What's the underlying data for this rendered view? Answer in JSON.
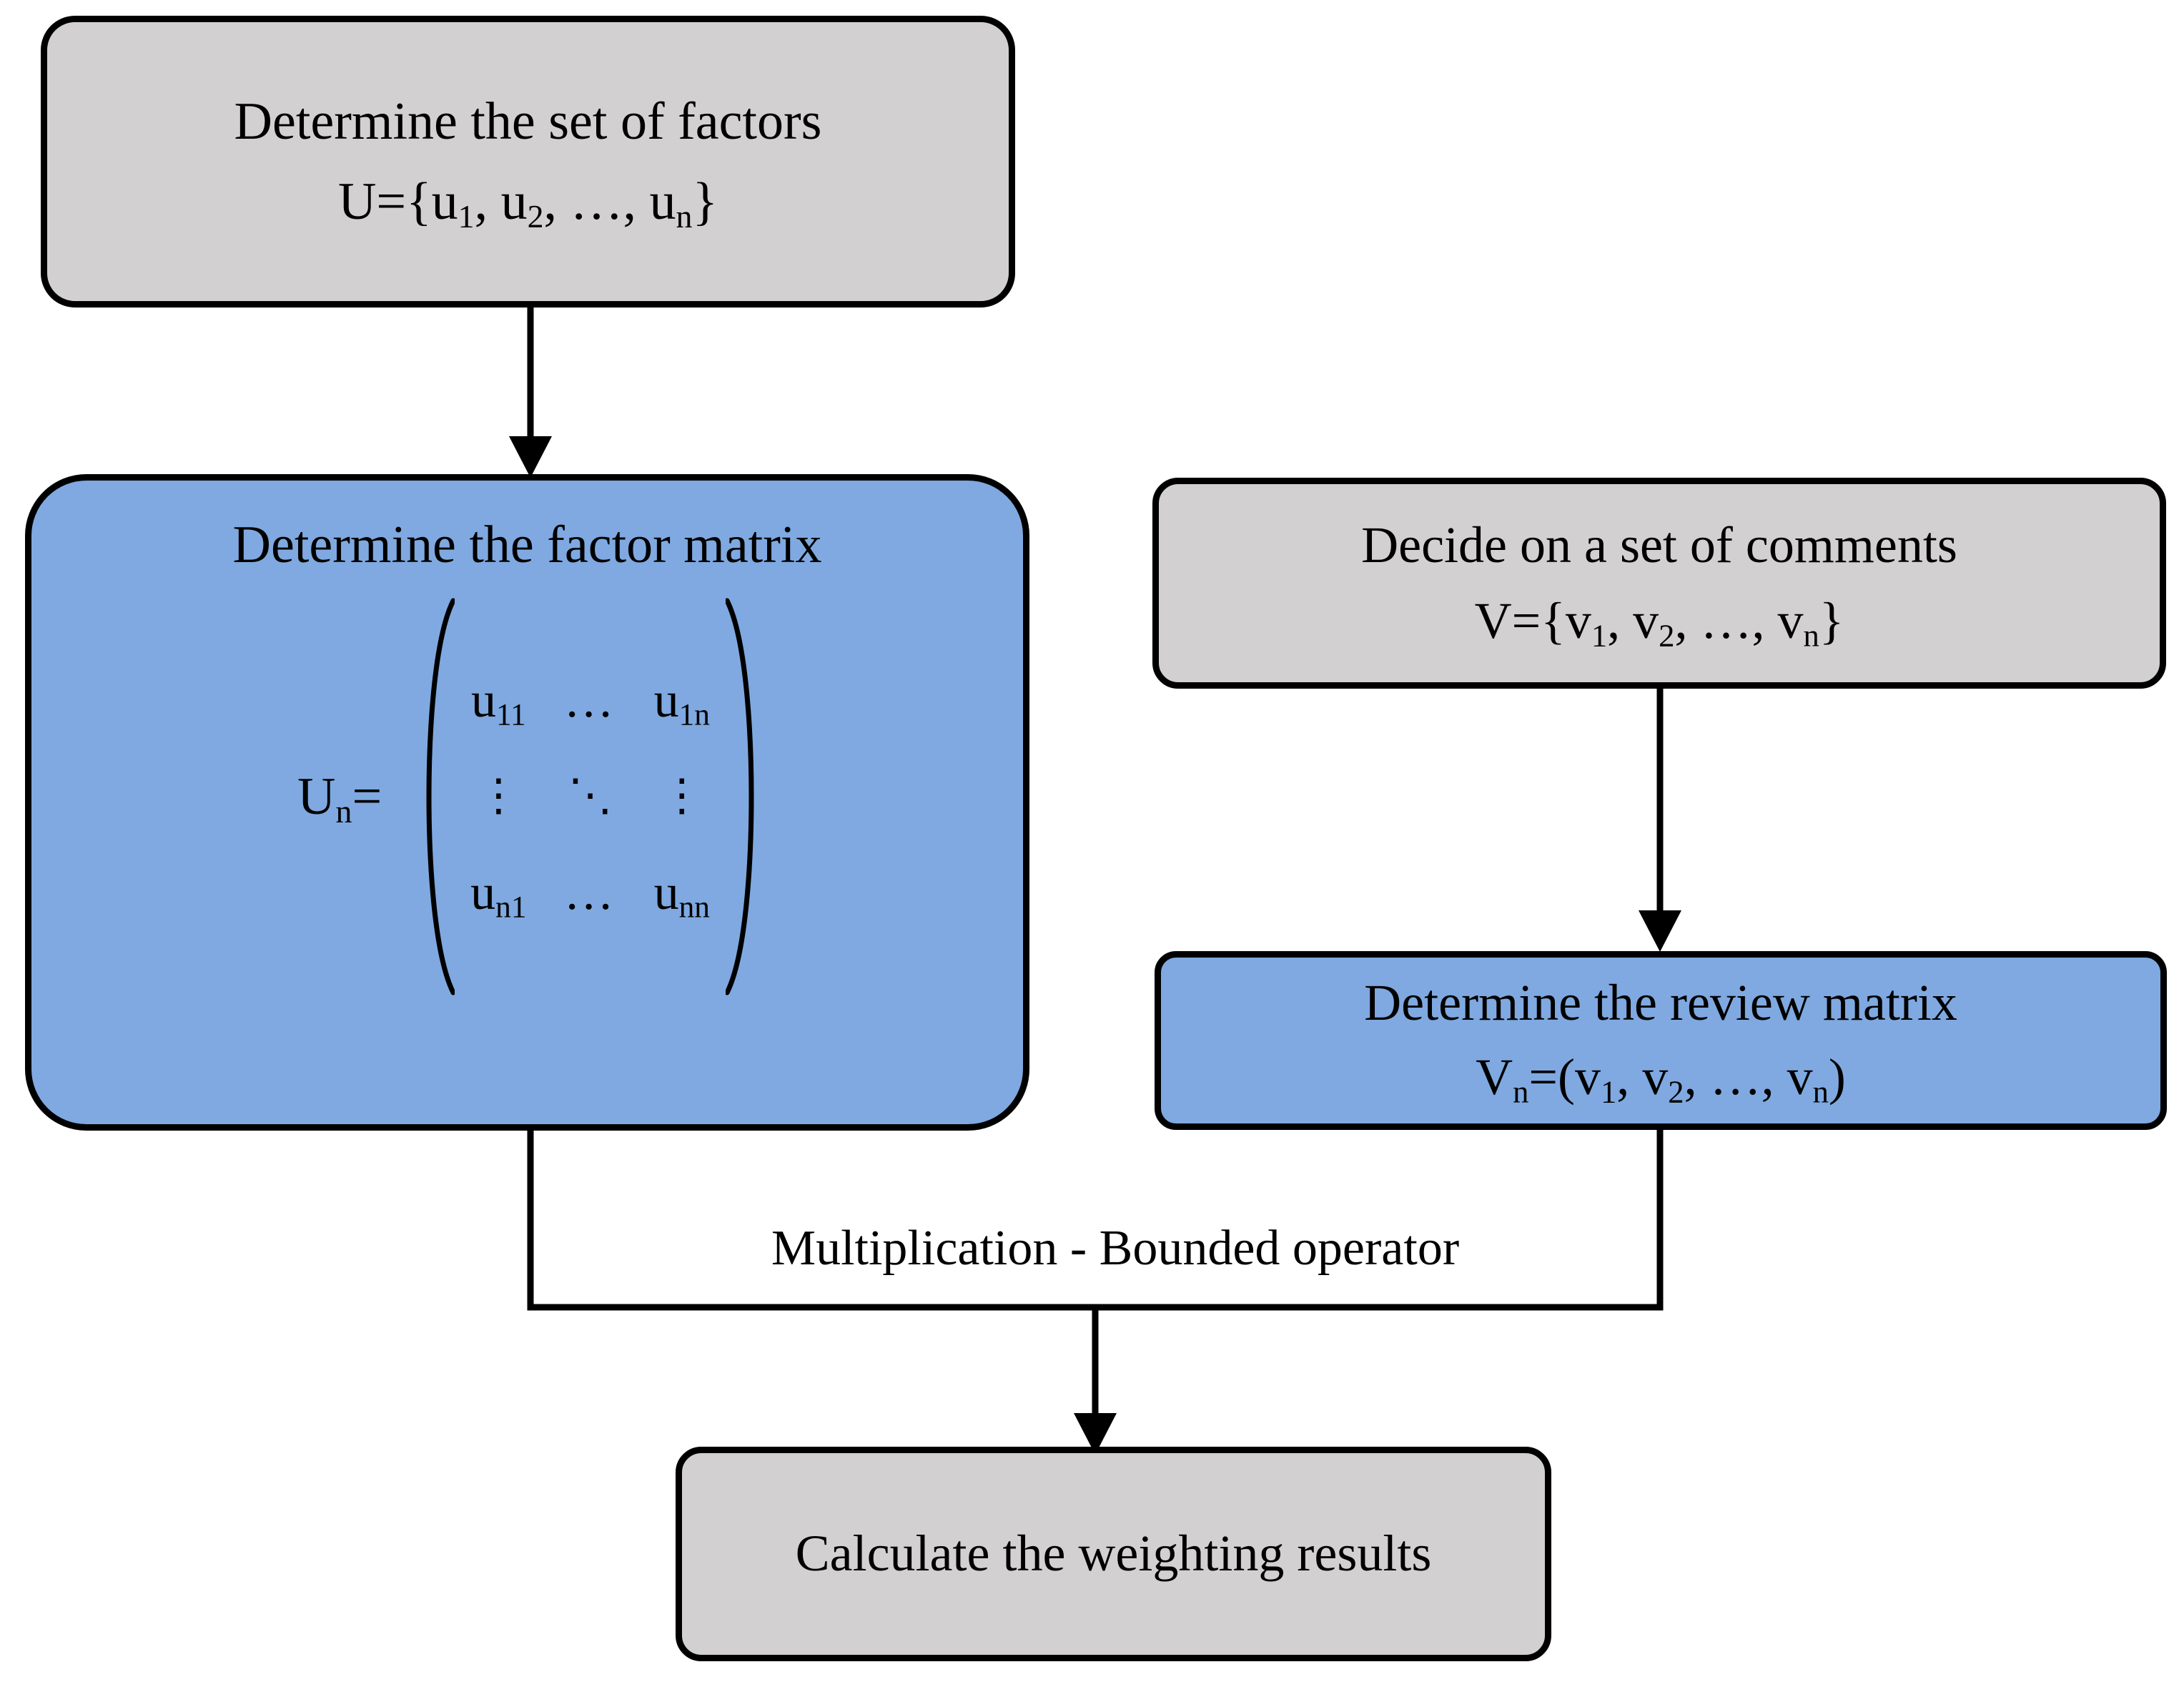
{
  "diagram": {
    "title": "Fuzzy comprehensive evaluation process flowchart",
    "colors": {
      "gray_box_fill": "#d2d0d0",
      "blue_box_fill": "#7fa9e0",
      "border": "#000000",
      "background": "#ffffff",
      "text": "#000000"
    },
    "nodes": {
      "factors": {
        "line1": "Determine the set of factors",
        "line2_prefix": "U={u",
        "line2_sub1": "1",
        "line2_mid1": ",  u",
        "line2_sub2": "2",
        "line2_mid2": ",  …,  u",
        "line2_sub3": "n",
        "line2_suffix": "}",
        "plain": "Determine the set of factors U={u1, u2, …, un}",
        "fill": "#d2d0d0"
      },
      "factor_matrix": {
        "title": "Determine the factor matrix",
        "label_prefix": "U",
        "label_sub": "n",
        "label_suffix": "=",
        "plain_label": "Un=",
        "cells": [
          [
            "u11",
            "…",
            "u1n"
          ],
          [
            "⋮",
            "⋱",
            "⋮"
          ],
          [
            "un1",
            "…",
            "unn"
          ]
        ],
        "cell_bases": [
          [
            "u",
            "…",
            "u"
          ],
          [
            "⋮",
            "⋱",
            "⋮"
          ],
          [
            "u",
            "…",
            "u"
          ]
        ],
        "cell_subs": [
          [
            "11",
            "",
            "1n"
          ],
          [
            "",
            "",
            ""
          ],
          [
            "n1",
            "",
            "nn"
          ]
        ],
        "fill": "#7fa9e0"
      },
      "comments": {
        "line1": "Decide on a set of comments",
        "line2_prefix": "V={v",
        "line2_sub1": "1",
        "line2_mid1": ",  v",
        "line2_sub2": "2",
        "line2_mid2": ",  …,  v",
        "line2_sub3": "n",
        "line2_suffix": "}",
        "plain": "Decide on a set of comments V={v1, v2, …, vn}",
        "fill": "#d2d0d0"
      },
      "review_matrix": {
        "line1": "Determine the review matrix",
        "line2_prefix": "V",
        "line2_sub0": "n",
        "line2_open": "=(v",
        "line2_sub1": "1",
        "line2_mid1": ",  v",
        "line2_sub2": "2",
        "line2_mid2": ",  …,  v",
        "line2_sub3": "n",
        "line2_suffix": ")",
        "plain": "Determine the review matrix Vn=(v1, v2, …, vn)",
        "fill": "#7fa9e0"
      },
      "results": {
        "line1": "Calculate the weighting results",
        "fill": "#d2d0d0"
      }
    },
    "edges": {
      "factors_to_factor_matrix": {
        "label": "",
        "arrow": true
      },
      "comments_to_review_matrix": {
        "label": "",
        "arrow": true
      },
      "merge_to_results": {
        "label": "Multiplication - Bounded operator",
        "arrow": true
      }
    }
  }
}
